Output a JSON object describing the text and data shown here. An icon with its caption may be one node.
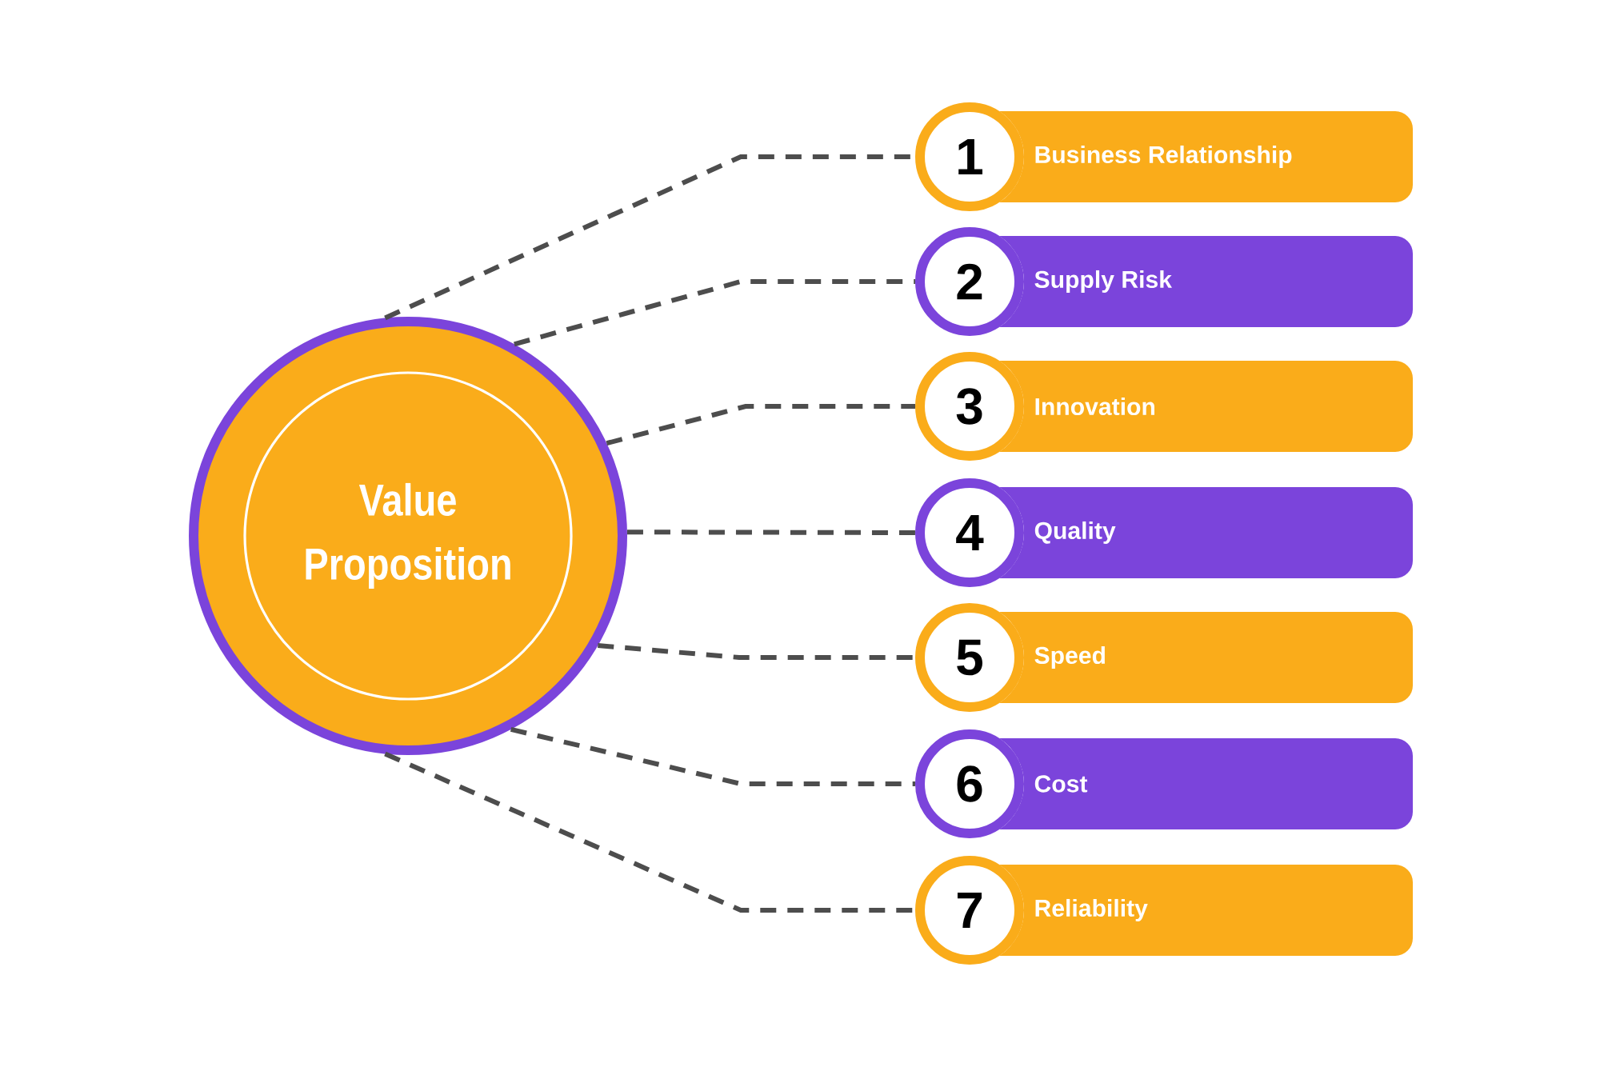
{
  "diagram": {
    "nodes": [
      {
        "text": [
          "Value Proposition"
        ]
      },
      {
        "text": [
          "1"
        ]
      },
      {
        "text": [
          "Business Relationship"
        ]
      },
      {
        "text": [
          "2"
        ]
      },
      {
        "text": [
          "Supply Risk"
        ]
      },
      {
        "text": [
          "3"
        ]
      },
      {
        "text": [
          "Innovation"
        ]
      },
      {
        "text": [
          "4"
        ]
      },
      {
        "text": [
          "Quality"
        ]
      },
      {
        "text": [
          "5"
        ]
      },
      {
        "text": [
          "Speed"
        ]
      },
      {
        "text": [
          "6"
        ]
      },
      {
        "text": [
          "Cost"
        ]
      },
      {
        "text": [
          "7"
        ]
      },
      {
        "text": [
          "Reliability"
        ]
      }
    ],
    "edges": [
      {
        "from": 0,
        "to": 1,
        "arrow": "none",
        "style": "dashed"
      },
      {
        "from": 0,
        "to": 3,
        "arrow": "none",
        "style": "dashed"
      },
      {
        "from": 0,
        "to": 5,
        "arrow": "none",
        "style": "dashed"
      },
      {
        "from": 0,
        "to": 7,
        "arrow": "none",
        "style": "dashed"
      },
      {
        "from": 0,
        "to": 9,
        "arrow": "none",
        "style": "dashed"
      },
      {
        "from": 0,
        "to": 11,
        "arrow": "none",
        "style": "dashed"
      },
      {
        "from": 0,
        "to": 13,
        "arrow": "none",
        "style": "dashed"
      }
    ]
  }
}
